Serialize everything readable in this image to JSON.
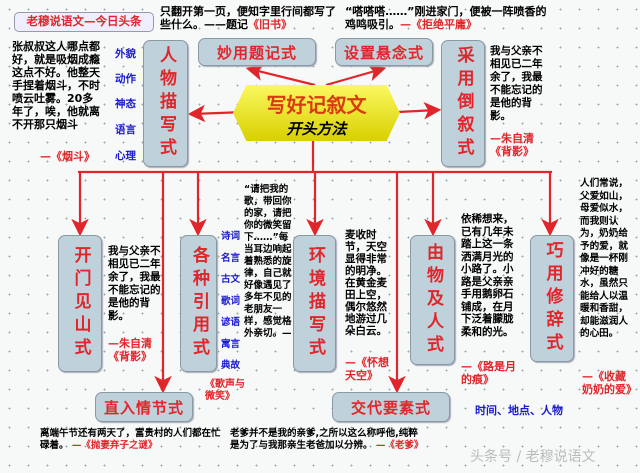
{
  "header": "老穆说语文—今日头条",
  "center": {
    "title": "写好记叙文",
    "subtitle": "开头方法"
  },
  "colors": {
    "box": "#bfd2db",
    "accent": "#e0262b",
    "label": "#1a1ad0",
    "center": "#f2ee10"
  },
  "methods": {
    "title_note": {
      "name": "妙用题记式",
      "example": "只翻开第一页，便知字里行间都写了些什么。——题记",
      "source": "《旧书》"
    },
    "suspense": {
      "name": "设置悬念式",
      "example": "“嗒嗒嗒……”刚进家门，便被一阵喷香的鸡鸣吸引。",
      "source": "—《拒绝平庸》"
    },
    "character": {
      "name": "人物描写式",
      "example": "张叔叔这人哪点都好，就是吸烟成瘾这点不好。他整天手捏着烟斗，不时喷云吐雾。20多年了，唉，他就离不开那只烟斗",
      "source": "—《烟斗》",
      "aspects": [
        "外貌",
        "动作",
        "神态",
        "语言",
        "心理"
      ]
    },
    "flashback": {
      "name": "采用倒叙式",
      "example": "我与父亲不相见已二年余了，我最不能忘记的是他的背影。",
      "source": "—朱自清《背影》"
    },
    "direct": {
      "name": "开门见山式",
      "example": "我与父亲不相见已二年余了，我最不能忘记的是他的背影。",
      "source": "—朱自清《背影》"
    },
    "quote": {
      "name": "各种引用式",
      "example": "“请把我的歌，带回你的家，请把你的微笑留下……”每当耳边响起着熟悉的旋律，自己就好像遇见了多年不见的老朋友一样，感觉格外亲切。—",
      "source": "《歌声与微笑》",
      "types": [
        "诗词",
        "名言",
        "古文",
        "歌词",
        "谚语",
        "寓言",
        "典故"
      ]
    },
    "environment": {
      "name": "环境描写式",
      "example": "麦收时节，天空显得非常的明净。在黄金麦田上空，偶尔悠然地游过几朵白云。",
      "source": "—《怀想天空》"
    },
    "object": {
      "name": "由物及人式",
      "example": "依稀想来，已有几年未踏上这一条洒满月光的小路了。小路是父亲亲手用鹅卵石铺成，在月下泛着朦胧柔和的光。",
      "source": "—《路是月的痕》"
    },
    "rhetoric": {
      "name": "巧用修辞式",
      "example": "人们常说，父爱如山，母爱似水，而我则认为，奶奶给予的爱，就像是一杯刚冲好的糖水，虽然只能给人以温暖和香甜，却能滋润人的心田。",
      "source": "—《收藏奶奶的爱》"
    },
    "plot": {
      "name": "直入情节式",
      "example": "离端午节还有两天了，富贵村的人们都在忙碌着。",
      "source": "—《抛妻弃子之谜》"
    },
    "elements": {
      "name": "交代要素式",
      "example": "老爹并不是我的亲爹,之所以这么称呼他,纯粹是为了与我那亲生老爸加以分辨。",
      "source": "—《老爹》",
      "note": "时间、地点、人物"
    }
  },
  "watermark": "头条号 / 老穆说语文"
}
